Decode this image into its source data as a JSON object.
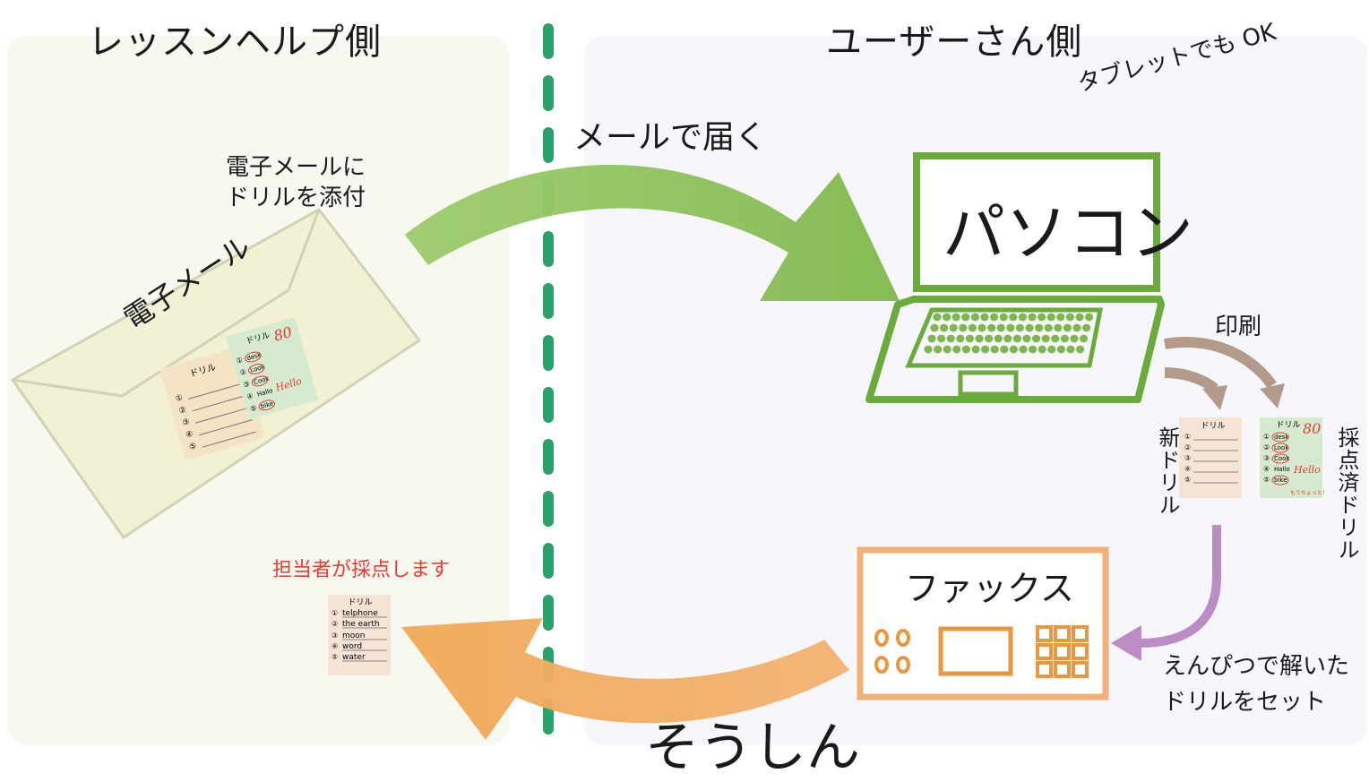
{
  "headers": {
    "left": "レッスンヘルプ側",
    "right": "ユーザーさん側"
  },
  "arrows": {
    "mail": "メールで届く",
    "send": "そうしん",
    "print": "印刷"
  },
  "envelope": {
    "label": "電子メール",
    "caption_line1": "電子メールに",
    "caption_line2": "ドリルを添付"
  },
  "computer": {
    "label": "パソコン",
    "tablet_note": "タブレットでも OK"
  },
  "fax": {
    "label": "ファックス",
    "caption_line1": "えんぴつで解いた",
    "caption_line2": "ドリルをセット"
  },
  "papers": {
    "new_label": "新ドリル",
    "graded_label": "採点済ドリル"
  },
  "grading_note": "担当者が採点します",
  "drill": {
    "title": "ドリル",
    "numbers": [
      "①",
      "②",
      "③",
      "④",
      "⑤"
    ],
    "graded_words": [
      "desk",
      "Look",
      "Cook",
      "Hallo",
      "bike"
    ],
    "score": "80",
    "correction": "Hello",
    "comment": "もうちょっと！",
    "answer_words": [
      "telphone",
      "the earth",
      "moon",
      "word",
      "water"
    ]
  },
  "colors": {
    "green_arrow": "#8dc05a",
    "orange_arrow": "#f0a957",
    "laptop": "#6aab3c",
    "fax": "#f0b077",
    "fax_keys": "#e8963f",
    "divider": "#2aa26a",
    "grading_note": "#e83a2f",
    "print_arrow": "#b39a8a",
    "purple_arrow": "#bb8cc6"
  }
}
